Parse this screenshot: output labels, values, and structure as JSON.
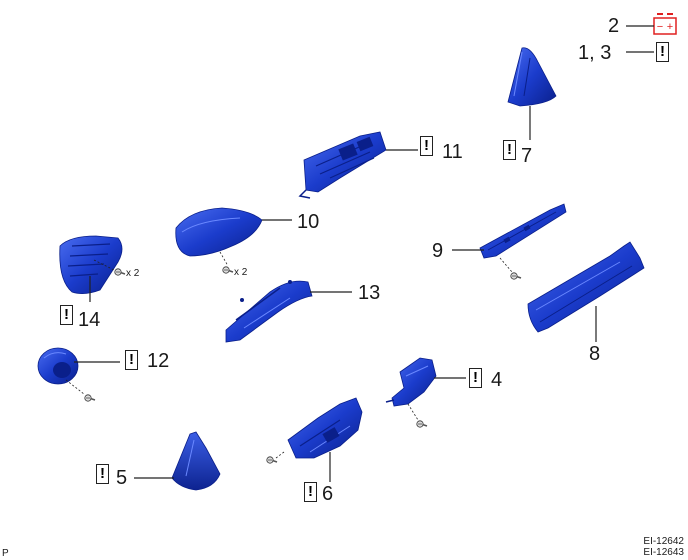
{
  "callouts": {
    "c1": "1, 3",
    "c2": "2",
    "c4": "4",
    "c5": "5",
    "c6": "6",
    "c7": "7",
    "c8": "8",
    "c9": "9",
    "c10": "10",
    "c11": "11",
    "c12": "12",
    "c13": "13",
    "c14": "14"
  },
  "notes": {
    "qty_14": "x 2",
    "qty_10": "x 2"
  },
  "caution_mark": "!",
  "footer": {
    "corner": "P",
    "codes": [
      "EI-12642",
      "EI-12643"
    ]
  },
  "colors": {
    "part_fill": "#1b3ccc",
    "part_dark": "#0a1f8a",
    "part_light": "#4a6df0",
    "battery_icon": "#e02020",
    "line": "#222222"
  }
}
